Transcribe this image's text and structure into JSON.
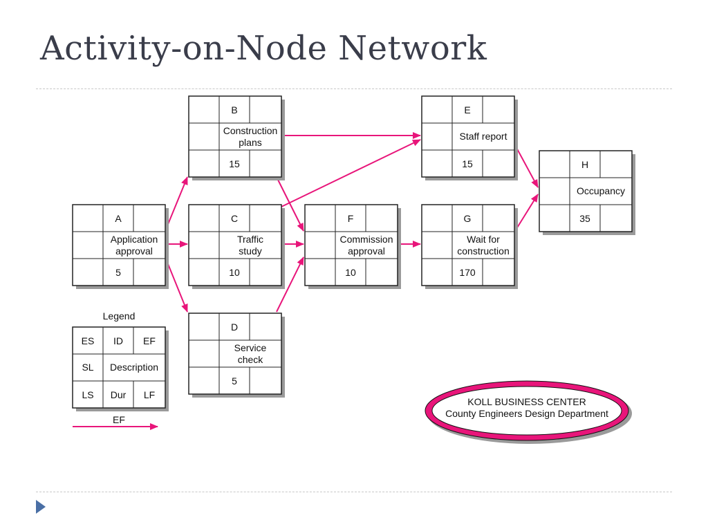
{
  "slide": {
    "title": "Activity-on-Node Network"
  },
  "colors": {
    "arrow": "#e8157a",
    "box_border": "#222222",
    "box_shadow": "#9a9a9a",
    "title": "#3a3d4a",
    "corner_arrow": "#4a6fa5"
  },
  "nodes": [
    {
      "id": "A",
      "desc": [
        "Application",
        "approval"
      ],
      "dur": "5"
    },
    {
      "id": "B",
      "desc": [
        "Construction",
        "plans"
      ],
      "dur": "15"
    },
    {
      "id": "C",
      "desc": [
        "Traffic",
        "study"
      ],
      "dur": "10"
    },
    {
      "id": "D",
      "desc": [
        "Service",
        "check"
      ],
      "dur": "5"
    },
    {
      "id": "E",
      "desc": [
        "Staff report"
      ],
      "dur": "15"
    },
    {
      "id": "F",
      "desc": [
        "Commission",
        "approval"
      ],
      "dur": "10"
    },
    {
      "id": "G",
      "desc": [
        "Wait for",
        "construction"
      ],
      "dur": "170"
    },
    {
      "id": "H",
      "desc": [
        "Occupancy"
      ],
      "dur": "35"
    }
  ],
  "edges": [
    [
      "A",
      "B"
    ],
    [
      "A",
      "C"
    ],
    [
      "A",
      "D"
    ],
    [
      "B",
      "E"
    ],
    [
      "B",
      "F"
    ],
    [
      "C",
      "E"
    ],
    [
      "C",
      "F"
    ],
    [
      "D",
      "F"
    ],
    [
      "F",
      "G"
    ],
    [
      "E",
      "H"
    ],
    [
      "G",
      "H"
    ]
  ],
  "legend": {
    "title": "Legend",
    "cells": [
      "ES",
      "ID",
      "EF",
      "SL",
      "Description",
      "LS",
      "Dur",
      "LF"
    ],
    "arrow_label": "EF"
  },
  "seal": {
    "line1": "KOLL BUSINESS CENTER",
    "line2": "County Engineers Design Department"
  }
}
